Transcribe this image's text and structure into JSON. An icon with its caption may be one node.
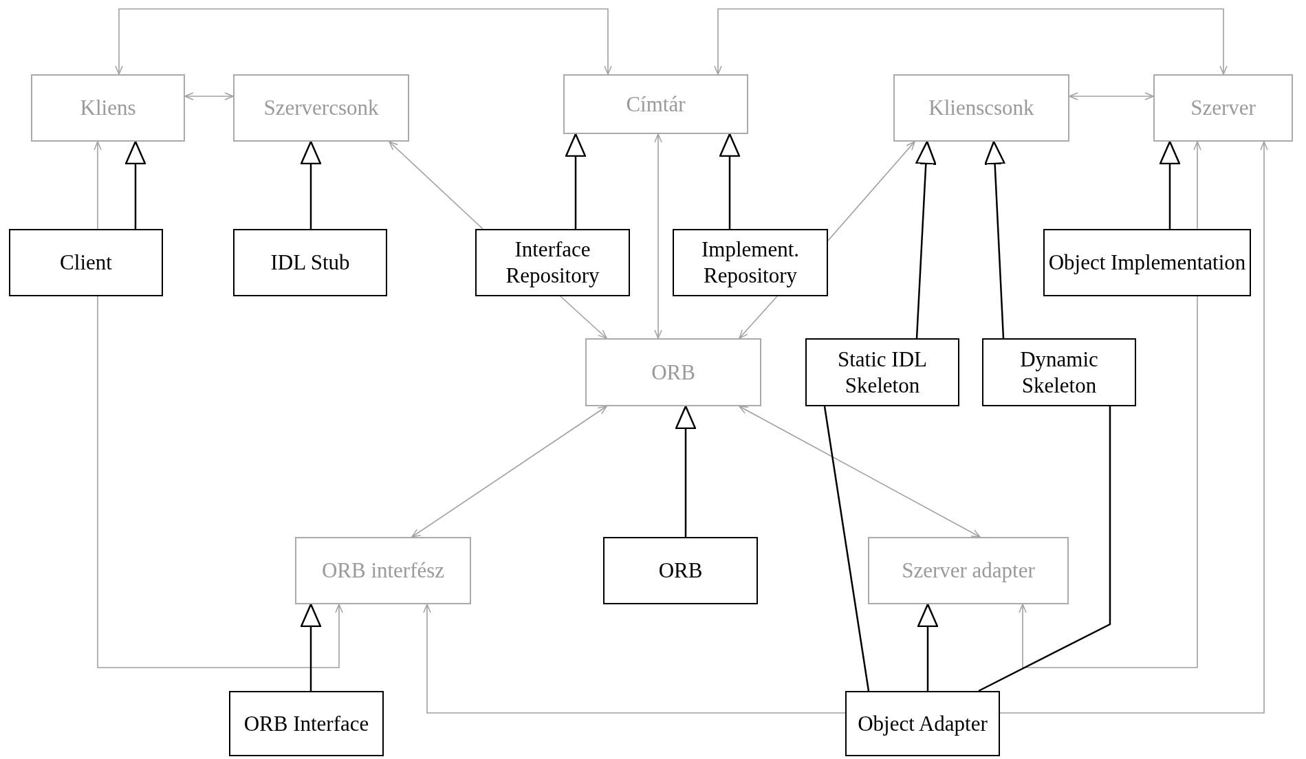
{
  "diagram": {
    "nodes": [
      {
        "text": [
          "Kliens"
        ]
      },
      {
        "text": [
          "Szervercsonk"
        ]
      },
      {
        "text": [
          "Címtár"
        ]
      },
      {
        "text": [
          "Klienscsonk"
        ]
      },
      {
        "text": [
          "Szerver"
        ]
      },
      {
        "text": [
          "Client"
        ]
      },
      {
        "text": [
          "IDL Stub"
        ]
      },
      {
        "text": [
          "Interface Repository"
        ]
      },
      {
        "text": [
          "Implement. Repository"
        ]
      },
      {
        "text": [
          "Object Implementation"
        ]
      },
      {
        "text": [
          "ORB"
        ]
      },
      {
        "text": [
          "Static IDL Skeleton"
        ]
      },
      {
        "text": [
          "Dynamic Skeleton"
        ]
      },
      {
        "text": [
          "ORB interfész"
        ]
      },
      {
        "text": [
          "ORB"
        ]
      },
      {
        "text": [
          "Szerver adapter"
        ]
      },
      {
        "text": [
          "ORB Interface"
        ]
      },
      {
        "text": [
          "Object Adapter"
        ]
      }
    ],
    "edges": [
      {
        "from": 0,
        "to": 2,
        "arrow": "both"
      },
      {
        "from": 0,
        "to": 1,
        "arrow": "both"
      },
      {
        "from": 2,
        "to": 4,
        "arrow": "both"
      },
      {
        "from": 3,
        "to": 4,
        "arrow": "both"
      },
      {
        "from": 2,
        "to": 10,
        "arrow": "both"
      },
      {
        "from": 7,
        "to": 1,
        "arrow": "to"
      },
      {
        "from": 7,
        "to": 10,
        "arrow": "to"
      },
      {
        "from": 8,
        "to": 3,
        "arrow": "to"
      },
      {
        "from": 8,
        "to": 10,
        "arrow": "to"
      },
      {
        "from": 10,
        "to": 13,
        "arrow": "both"
      },
      {
        "from": 10,
        "to": 15,
        "arrow": "both"
      },
      {
        "from": 5,
        "to": 0,
        "arrow": "to"
      },
      {
        "from": 5,
        "to": 13,
        "arrow": "to"
      },
      {
        "from": 17,
        "to": 13,
        "arrow": "to"
      },
      {
        "from": 17,
        "to": 4,
        "arrow": "to"
      },
      {
        "from": 9,
        "to": 4,
        "arrow": "to"
      },
      {
        "from": 9,
        "to": 15,
        "arrow": "to"
      },
      {
        "from": 5,
        "to": 0,
        "arrow": "to",
        "color": "#000000"
      },
      {
        "from": 6,
        "to": 1,
        "arrow": "to",
        "color": "#000000"
      },
      {
        "from": 7,
        "to": 2,
        "arrow": "to",
        "color": "#000000"
      },
      {
        "from": 8,
        "to": 2,
        "arrow": "to",
        "color": "#000000"
      },
      {
        "from": 11,
        "to": 3,
        "arrow": "to",
        "color": "#000000"
      },
      {
        "from": 12,
        "to": 3,
        "arrow": "to",
        "color": "#000000"
      },
      {
        "from": 9,
        "to": 4,
        "arrow": "to",
        "color": "#000000"
      },
      {
        "from": 14,
        "to": 10,
        "arrow": "to",
        "color": "#000000"
      },
      {
        "from": 16,
        "to": 13,
        "arrow": "to",
        "color": "#000000"
      },
      {
        "from": 17,
        "to": 15,
        "arrow": "to",
        "color": "#000000"
      },
      {
        "from": 11,
        "to": 17,
        "arrow": "none",
        "color": "#000000"
      },
      {
        "from": 12,
        "to": 17,
        "arrow": "none",
        "color": "#000000"
      }
    ]
  }
}
